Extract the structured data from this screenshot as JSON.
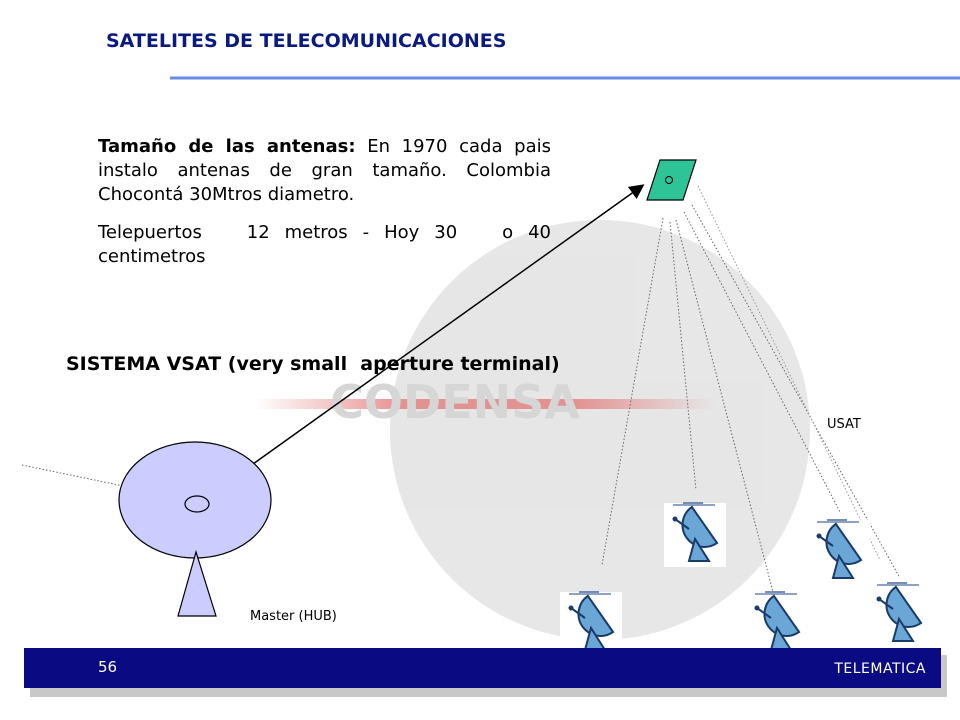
{
  "slide": {
    "title": "SATELITES DE TELECOMUNICACIONES",
    "paragraph1_bold": "Tamaño de las antenas:",
    "paragraph1_rest": " En 1970 cada pais instalo antenas de gran tamaño. Colombia Chocontá 30Mtros diametro.",
    "paragraph2": "Telepuertos   12 metros - Hoy 30   o 40 centimetros",
    "subtitle": "SISTEMA VSAT (very small  aperture terminal)",
    "label_usat": "USAT",
    "label_master": "Master (HUB)",
    "watermark": "CODENSA",
    "page_number": "56",
    "footer_label": "TELEMATICA"
  },
  "colors": {
    "title": "#0a1a80",
    "footer_bar": "#0a0a82",
    "title_rule": "#6a8ee8",
    "satellite": "#2ec497",
    "hub_dish": "#ccccff",
    "terminal_dish": "#6aa6d6",
    "watermark_circle": "#e4e4e4"
  }
}
